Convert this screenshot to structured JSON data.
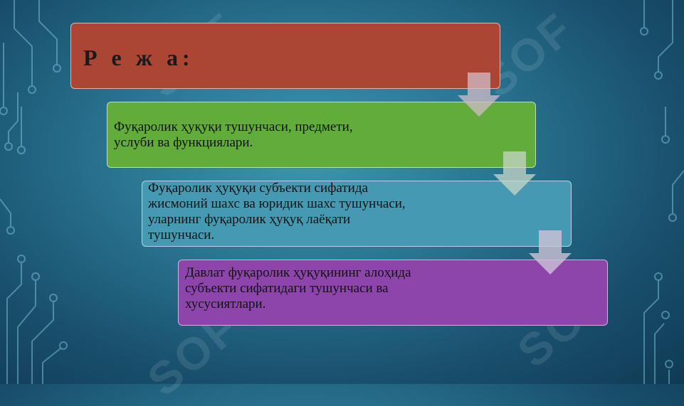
{
  "slide": {
    "title": "Р е ж а:",
    "items": [
      {
        "line1": "Фуқаролик ҳуқуқи тушунчаси, предмети,",
        "line2": "услуби ва функциялари.",
        "line3": "",
        "line4": ""
      },
      {
        "line1": "Фуқаролик ҳуқуқи субъекти сифатида",
        "line2": "жисмоний шахс ва юридик шахс тушунчаси,",
        "line3": "уларнинг фуқаролик ҳуқуқ лаёқати",
        "line4": "тушунчаси."
      },
      {
        "line1": "Давлат фуқаролик ҳуқуқининг алоҳида",
        "line2": "субъекти сифатидаги тушунчаси ва",
        "line3": "хусусиятлари.",
        "line4": ""
      }
    ],
    "colors": {
      "title": "#ac4634",
      "item1": "#61ac3a",
      "item2": "#4699b2",
      "item3": "#8d45ac"
    }
  }
}
